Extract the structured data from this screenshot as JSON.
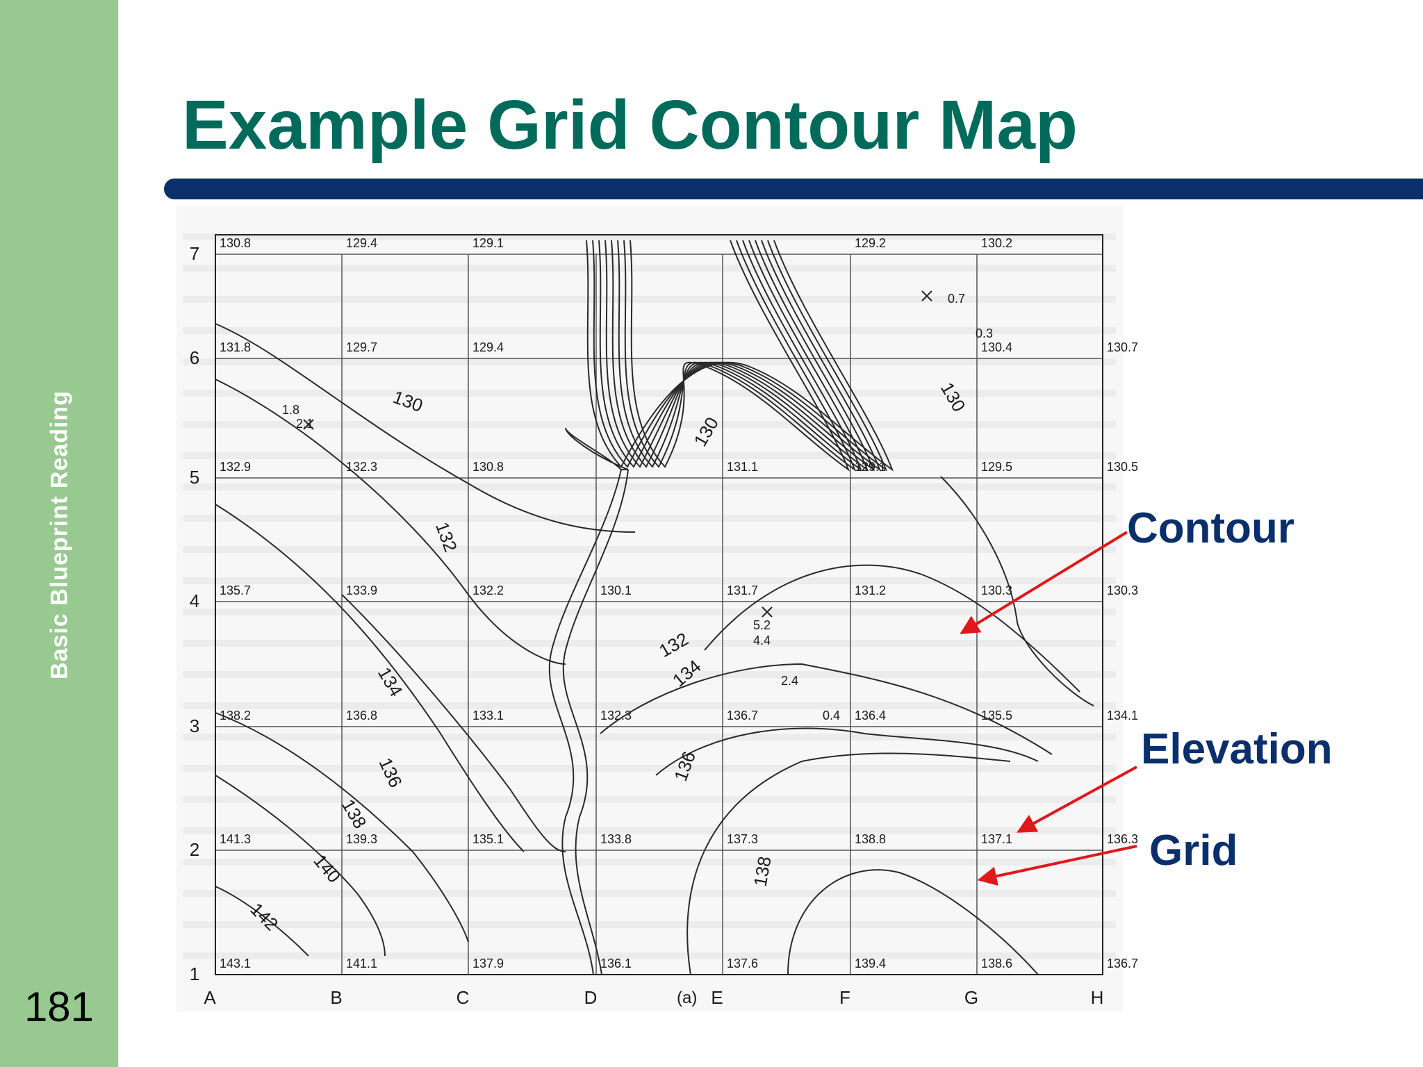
{
  "slide": {
    "title": "Example Grid Contour Map",
    "sidebar_label": "Basic Blueprint Reading",
    "page_number": "181"
  },
  "callouts": [
    {
      "id": "contour",
      "label": "Contour"
    },
    {
      "id": "elevation",
      "label": "Elevation"
    },
    {
      "id": "grid",
      "label": "Grid"
    }
  ],
  "colors": {
    "sidebar": "#98c991",
    "title": "#006b5b",
    "rule": "#0a2f6b",
    "callout_text": "#0a2f6b",
    "arrow": "#e0181b"
  },
  "map": {
    "caption": "(a)",
    "columns": [
      "A",
      "B",
      "C",
      "D",
      "E",
      "F",
      "G",
      "H"
    ],
    "rows": [
      "7",
      "6",
      "5",
      "4",
      "3",
      "2",
      "1"
    ],
    "elevations": [
      [
        "130.8",
        "129.4",
        "129.1",
        "",
        "",
        "129.2",
        "130.2",
        ""
      ],
      [
        "131.8",
        "129.7",
        "129.4",
        "",
        "",
        "",
        "130.4",
        "130.7"
      ],
      [
        "132.9",
        "132.3",
        "130.8",
        "",
        "131.1",
        "129.1",
        "129.5",
        "130.5"
      ],
      [
        "135.7",
        "133.9",
        "132.2",
        "130.1",
        "131.7",
        "131.2",
        "130.3",
        "130.3"
      ],
      [
        "138.2",
        "136.8",
        "133.1",
        "132.3",
        "136.7",
        "136.4",
        "135.5",
        "134.1"
      ],
      [
        "141.3",
        "139.3",
        "135.1",
        "133.8",
        "137.3",
        "138.8",
        "137.1",
        "136.3"
      ],
      [
        "143.1",
        "141.1",
        "137.9",
        "136.1",
        "137.6",
        "139.4",
        "138.6",
        "136.7"
      ]
    ],
    "contour_labels": [
      "130",
      "130",
      "130",
      "132",
      "132",
      "134",
      "134",
      "136",
      "136",
      "138",
      "138",
      "140",
      "142"
    ],
    "spot_labels": [
      "1.8",
      "2.1",
      "0.7",
      "0.3",
      "5.2",
      "4.4",
      "2.4",
      "0.4"
    ]
  }
}
